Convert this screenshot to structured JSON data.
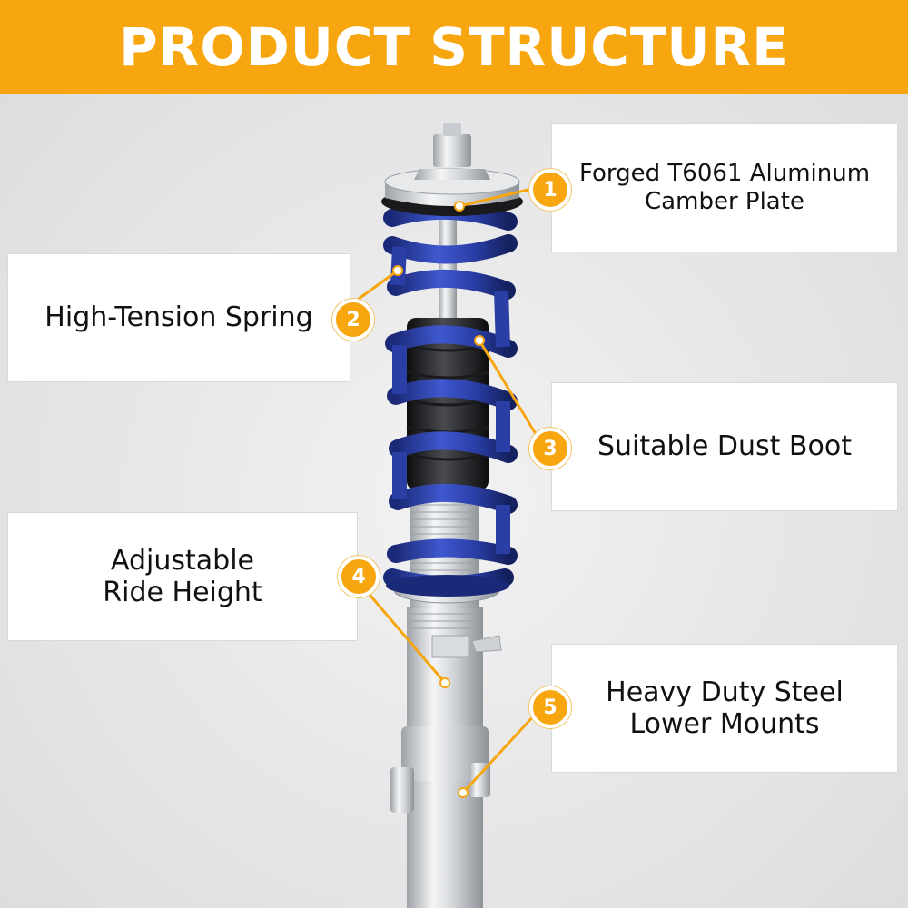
{
  "header": {
    "title": "PRODUCT STRUCTURE"
  },
  "colors": {
    "accent": "#f7a60f",
    "spring_blue": "#2a3ea6",
    "background": "#e9e9ea"
  },
  "callouts": [
    {
      "number": "1",
      "lines": [
        "Forged T6061 Aluminum",
        "Camber Plate"
      ]
    },
    {
      "number": "2",
      "lines": [
        "High-Tension Spring"
      ]
    },
    {
      "number": "3",
      "lines": [
        "Suitable Dust Boot"
      ]
    },
    {
      "number": "4",
      "lines": [
        "Adjustable",
        "Ride Height"
      ]
    },
    {
      "number": "5",
      "lines": [
        "Heavy Duty Steel",
        "Lower Mounts"
      ]
    }
  ]
}
